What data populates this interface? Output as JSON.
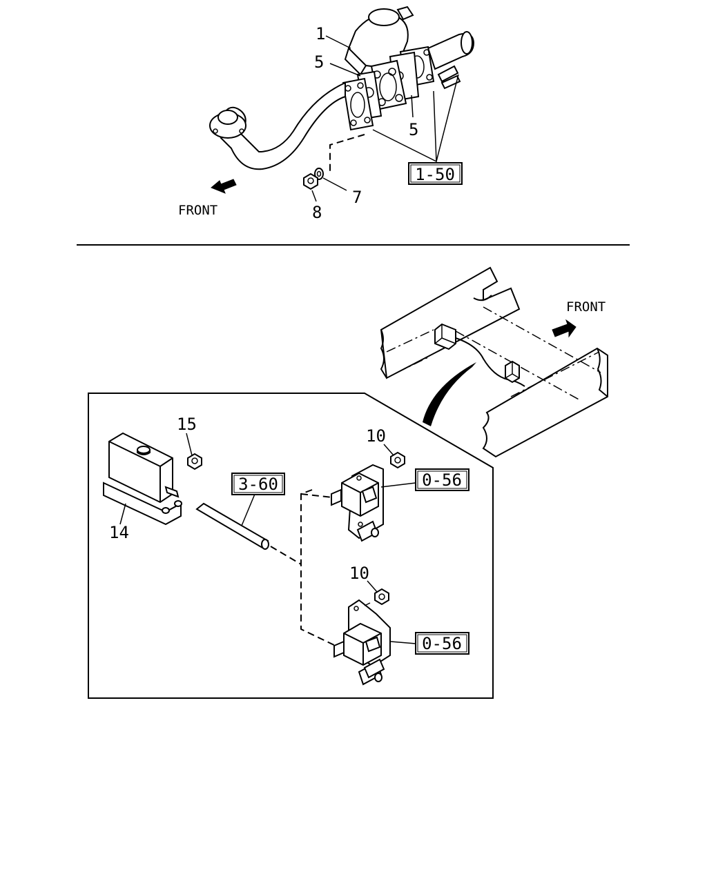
{
  "top_section": {
    "callouts": {
      "part_1": "1",
      "part_5_a": "5",
      "part_5_b": "5",
      "part_7": "7",
      "part_8": "8"
    },
    "ref_box": "1-50",
    "front_label": "FRONT"
  },
  "bottom_section": {
    "front_label": "FRONT",
    "callouts": {
      "part_15": "15",
      "part_14": "14",
      "part_10_a": "10",
      "part_10_b": "10"
    },
    "ref_boxes": {
      "hose": "3-60",
      "valve_upper": "0-56",
      "valve_lower": "0-56"
    }
  }
}
